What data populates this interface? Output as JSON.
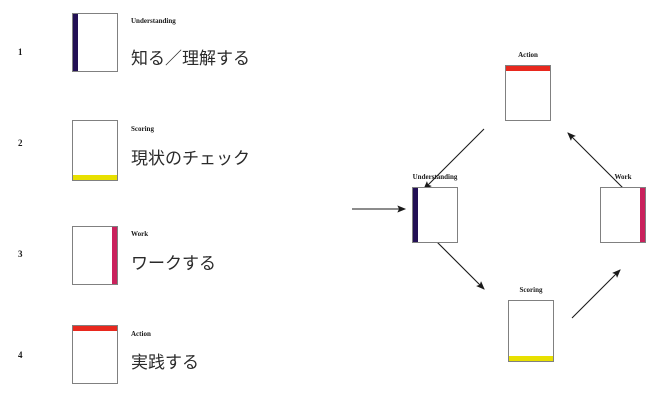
{
  "palette": {
    "understanding": "#231055",
    "scoring": "#e8e000",
    "work": "#c9215c",
    "action": "#e8281e",
    "card_border": "#808080",
    "text": "#1a1a1a",
    "arrow": "#1a1a1a",
    "background": "#ffffff"
  },
  "left_list": {
    "items": [
      {
        "index": "1",
        "english": "Understanding",
        "japanese": "知る／理解する",
        "accent": "understanding",
        "accent_side": "left"
      },
      {
        "index": "2",
        "english": "Scoring",
        "japanese": "現状のチェック",
        "accent": "scoring",
        "accent_side": "bottom"
      },
      {
        "index": "3",
        "english": "Work",
        "japanese": "ワークする",
        "accent": "work",
        "accent_side": "right"
      },
      {
        "index": "4",
        "english": "Action",
        "japanese": "実践する",
        "accent": "action",
        "accent_side": "top"
      }
    ]
  },
  "cycle_diagram": {
    "nodes": [
      {
        "id": "action",
        "label": "Action",
        "accent": "action",
        "accent_side": "top"
      },
      {
        "id": "understanding",
        "label": "Understanding",
        "accent": "understanding",
        "accent_side": "left"
      },
      {
        "id": "work",
        "label": "Work",
        "accent": "work",
        "accent_side": "right"
      },
      {
        "id": "scoring",
        "label": "Scoring",
        "accent": "scoring",
        "accent_side": "bottom"
      }
    ],
    "arrows": [
      {
        "id": "entry",
        "from": "",
        "to": "understanding"
      },
      {
        "id": "understanding-scoring",
        "from": "understanding",
        "to": "scoring"
      },
      {
        "id": "scoring-work",
        "from": "scoring",
        "to": "work"
      },
      {
        "id": "work-action",
        "from": "work",
        "to": "action"
      },
      {
        "id": "action-understanding",
        "from": "action",
        "to": "understanding"
      }
    ]
  }
}
